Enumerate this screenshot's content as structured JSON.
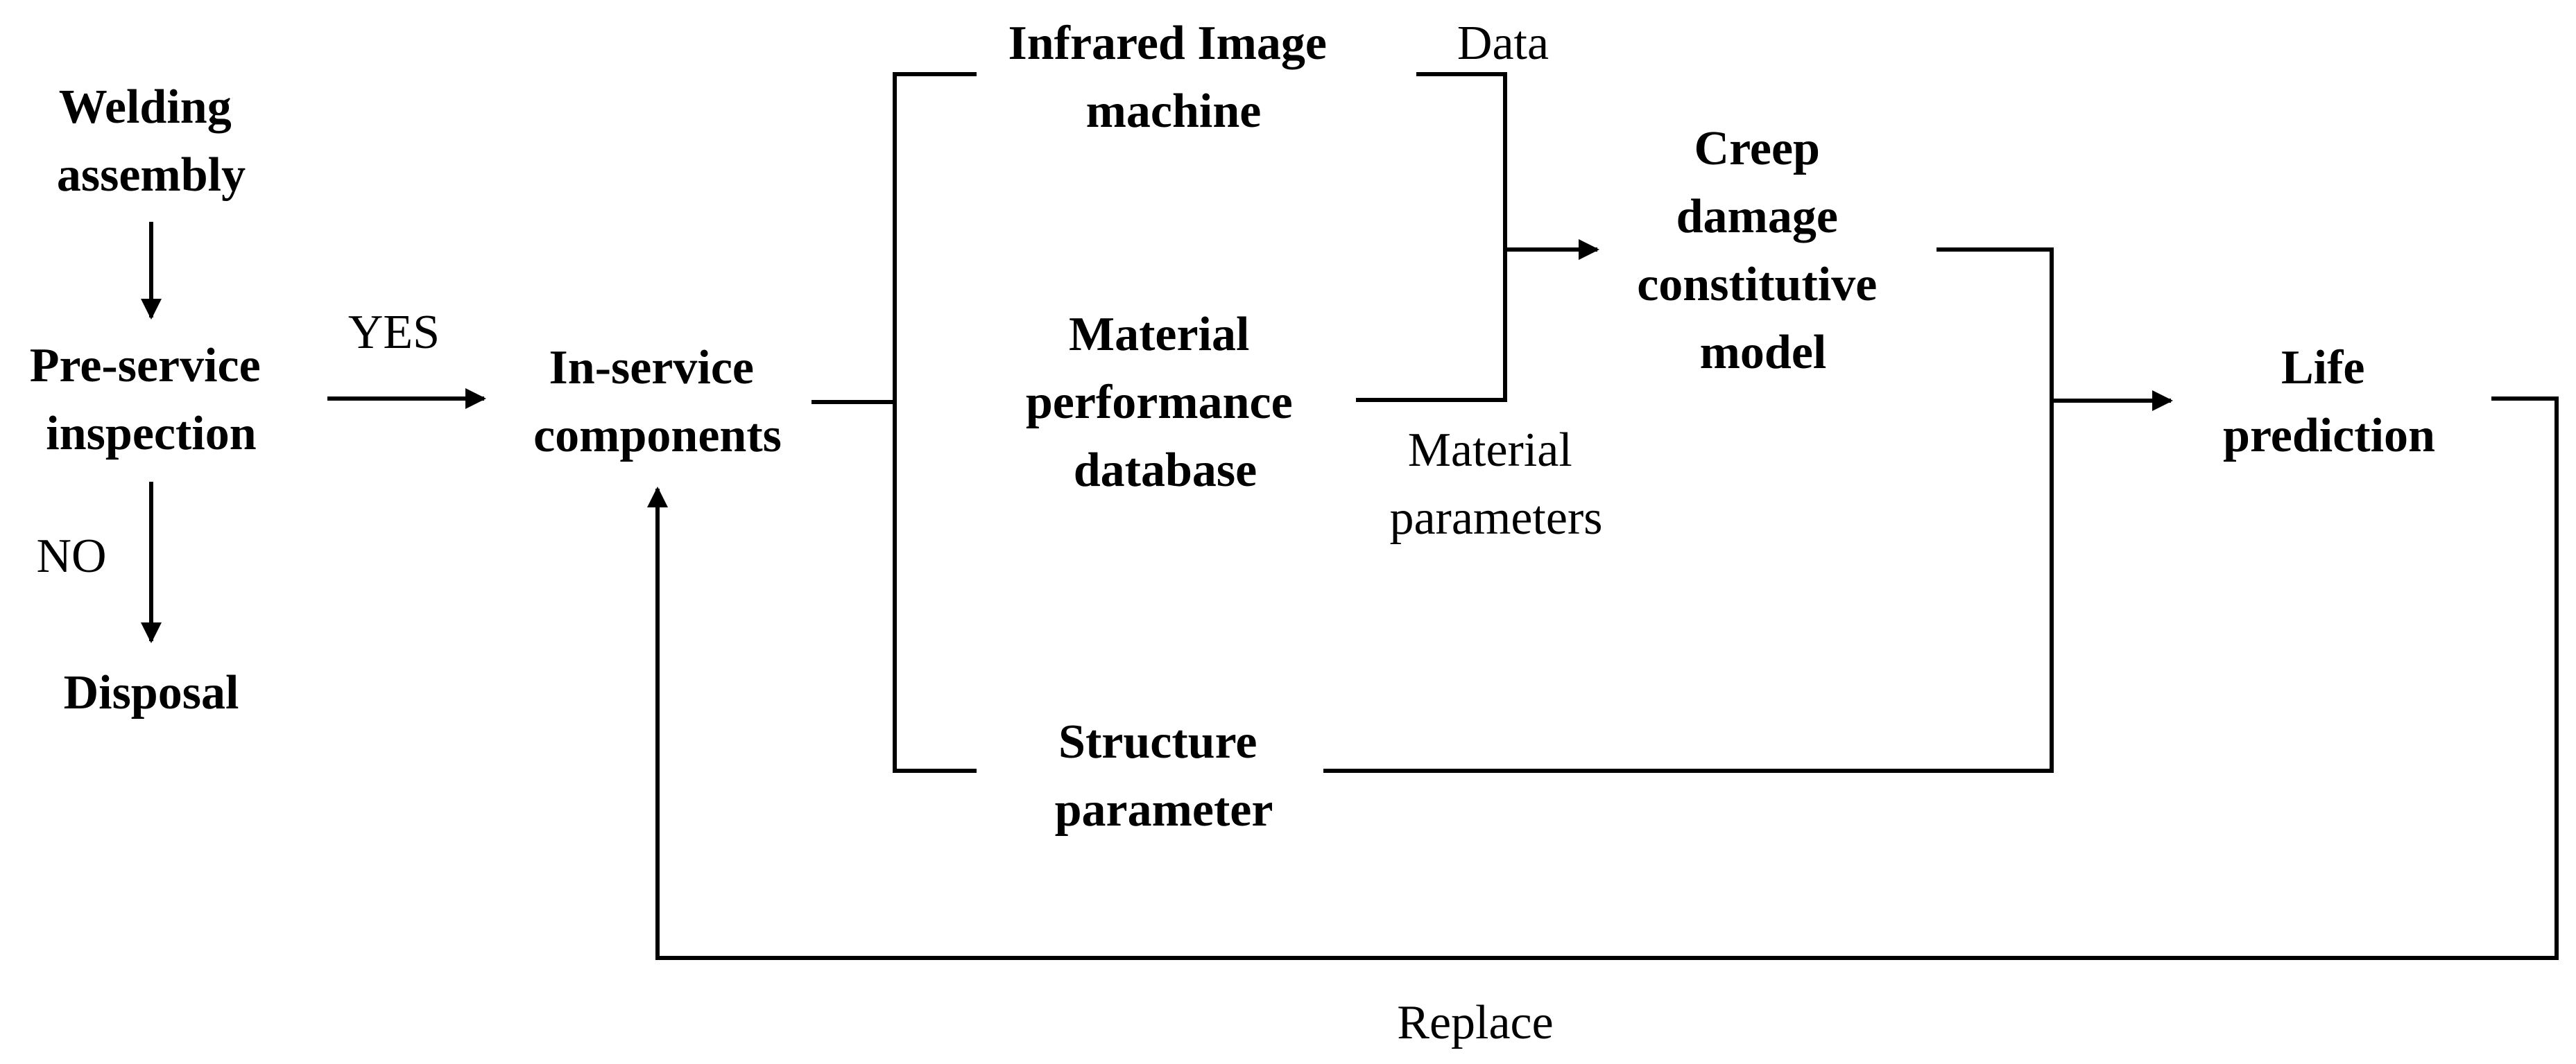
{
  "nodes": {
    "welding_assembly": [
      "Welding",
      "assembly"
    ],
    "pre_service_inspection": [
      "Pre-service",
      "inspection"
    ],
    "disposal": [
      "Disposal"
    ],
    "in_service_components": [
      "In-service",
      "components"
    ],
    "infrared_image_machine": [
      "Infrared Image",
      "machine"
    ],
    "material_performance_database": [
      "Material",
      "performance",
      "database"
    ],
    "structure_parameter": [
      "Structure",
      "parameter"
    ],
    "creep_damage_model": [
      "Creep",
      "damage",
      "constitutive",
      "model"
    ],
    "life_prediction": [
      "Life",
      "prediction"
    ]
  },
  "edge_labels": {
    "yes": [
      "YES"
    ],
    "no": [
      "NO"
    ],
    "data": [
      "Data"
    ],
    "material_parameters": [
      "Material",
      "parameters"
    ],
    "replace": [
      "Replace"
    ]
  }
}
